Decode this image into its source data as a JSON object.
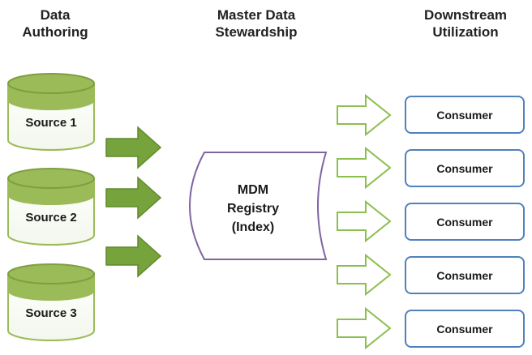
{
  "headers": {
    "authoring": [
      "Data",
      "Authoring"
    ],
    "stewardship": [
      "Master Data",
      "Stewardship"
    ],
    "utilization": [
      "Downstream",
      "Utilization"
    ]
  },
  "sources": [
    "Source 1",
    "Source 2",
    "Source 3"
  ],
  "registry": [
    "MDM",
    "Registry",
    "(Index)"
  ],
  "consumers": [
    "Consumer",
    "Consumer",
    "Consumer",
    "Consumer",
    "Consumer"
  ],
  "colors": {
    "cylinder_top": "#9bbb59",
    "cylinder_outline": "#9bbb59",
    "solid_arrow": "#76a33c",
    "hollow_arrow_outline": "#8cbf4e",
    "registry_outline": "#8064a2",
    "consumer_outline": "#4f81bd"
  }
}
